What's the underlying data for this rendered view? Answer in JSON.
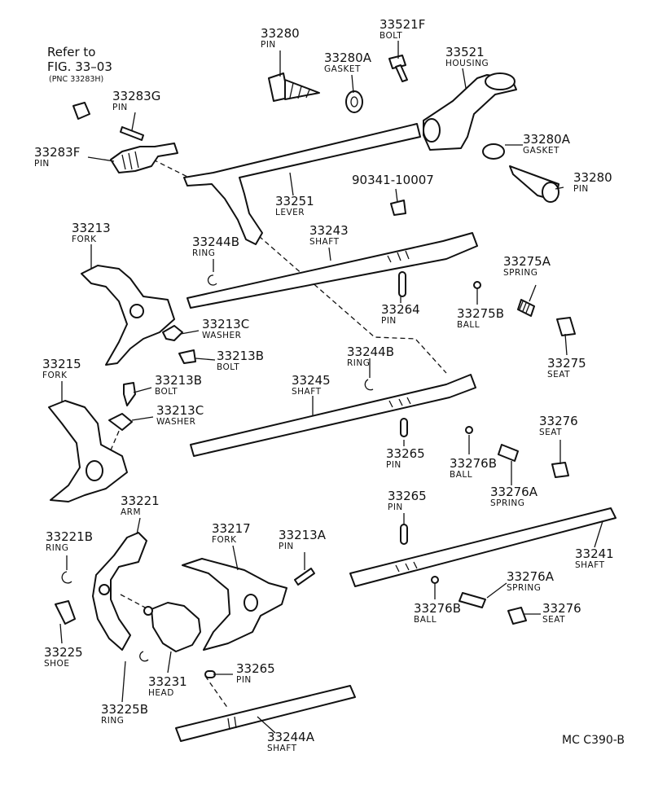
{
  "reference": {
    "line1": "Refer to",
    "line2": "FIG. 33–03",
    "line3": "(PNC 33283H)"
  },
  "figure_code": "MC C390-B",
  "parts": [
    {
      "key": "p33280_top",
      "number": "33280",
      "name": "PIN"
    },
    {
      "key": "p33521F",
      "number": "33521F",
      "name": "BOLT"
    },
    {
      "key": "p33280A_top",
      "number": "33280A",
      "name": "GASKET"
    },
    {
      "key": "p33521",
      "number": "33521",
      "name": "HOUSING"
    },
    {
      "key": "p33283G",
      "number": "33283G",
      "name": "PIN"
    },
    {
      "key": "p33283F",
      "number": "33283F",
      "name": "PIN"
    },
    {
      "key": "p33280A_right",
      "number": "33280A",
      "name": "GASKET"
    },
    {
      "key": "p90341",
      "number": "90341-10007",
      "name": ""
    },
    {
      "key": "p33280_right",
      "number": "33280",
      "name": "PIN"
    },
    {
      "key": "p33251",
      "number": "33251",
      "name": "LEVER"
    },
    {
      "key": "p33213",
      "number": "33213",
      "name": "FORK"
    },
    {
      "key": "p33243",
      "number": "33243",
      "name": "SHAFT"
    },
    {
      "key": "p33244B_a",
      "number": "33244B",
      "name": "RING"
    },
    {
      "key": "p33275A",
      "number": "33275A",
      "name": "SPRING"
    },
    {
      "key": "p33264",
      "number": "33264",
      "name": "PIN"
    },
    {
      "key": "p33275B",
      "number": "33275B",
      "name": "BALL"
    },
    {
      "key": "p33213C_a",
      "number": "33213C",
      "name": "WASHER"
    },
    {
      "key": "p33213B_a",
      "number": "33213B",
      "name": "BOLT"
    },
    {
      "key": "p33275",
      "number": "33275",
      "name": "SEAT"
    },
    {
      "key": "p33244B_b",
      "number": "33244B",
      "name": "RING"
    },
    {
      "key": "p33215",
      "number": "33215",
      "name": "FORK"
    },
    {
      "key": "p33213B_b",
      "number": "33213B",
      "name": "BOLT"
    },
    {
      "key": "p33245",
      "number": "33245",
      "name": "SHAFT"
    },
    {
      "key": "p33213C_b",
      "number": "33213C",
      "name": "WASHER"
    },
    {
      "key": "p33276_a",
      "number": "33276",
      "name": "SEAT"
    },
    {
      "key": "p33265_a",
      "number": "33265",
      "name": "PIN"
    },
    {
      "key": "p33276B_a",
      "number": "33276B",
      "name": "BALL"
    },
    {
      "key": "p33276A_a",
      "number": "33276A",
      "name": "SPRING"
    },
    {
      "key": "p33265_b",
      "number": "33265",
      "name": "PIN"
    },
    {
      "key": "p33221",
      "number": "33221",
      "name": "ARM"
    },
    {
      "key": "p33221B",
      "number": "33221B",
      "name": "RING"
    },
    {
      "key": "p33217",
      "number": "33217",
      "name": "FORK"
    },
    {
      "key": "p33213A",
      "number": "33213A",
      "name": "PIN"
    },
    {
      "key": "p33241",
      "number": "33241",
      "name": "SHAFT"
    },
    {
      "key": "p33276A_b",
      "number": "33276A",
      "name": "SPRING"
    },
    {
      "key": "p33276B_b",
      "number": "33276B",
      "name": "BALL"
    },
    {
      "key": "p33276_b",
      "number": "33276",
      "name": "SEAT"
    },
    {
      "key": "p33225",
      "number": "33225",
      "name": "SHOE"
    },
    {
      "key": "p33231",
      "number": "33231",
      "name": "HEAD"
    },
    {
      "key": "p33265_c",
      "number": "33265",
      "name": "PIN"
    },
    {
      "key": "p33225B",
      "number": "33225B",
      "name": "RING"
    },
    {
      "key": "p33244A",
      "number": "33244A",
      "name": "SHAFT"
    }
  ]
}
